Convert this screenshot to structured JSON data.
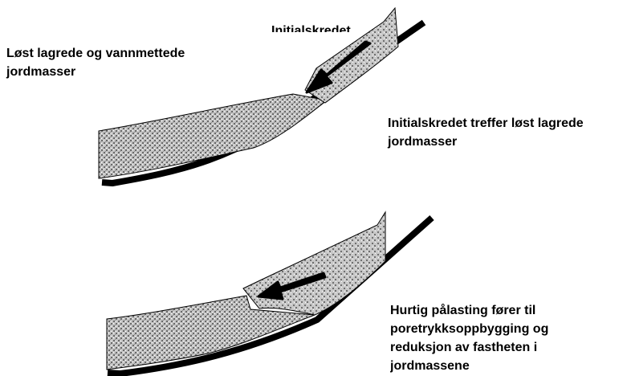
{
  "panel_top": {
    "clipped_label": "Initialskredet",
    "deposit_label_lines": [
      "Løst lagrede og vannmettede",
      "jordmasser"
    ],
    "caption_lines": [
      "Initialskredet treffer løst lagrede",
      "jordmasser"
    ]
  },
  "panel_bottom": {
    "caption_lines": [
      "Hurtig pålasting fører til",
      "poretrykksoppbygging og",
      "reduksjon av fastheten i",
      "jordmassene"
    ]
  },
  "colors": {
    "ink": "#000000",
    "paper": "#ffffff",
    "speckle_dark": "#6e6e6e",
    "speckle_light": "#bdbdbd"
  }
}
